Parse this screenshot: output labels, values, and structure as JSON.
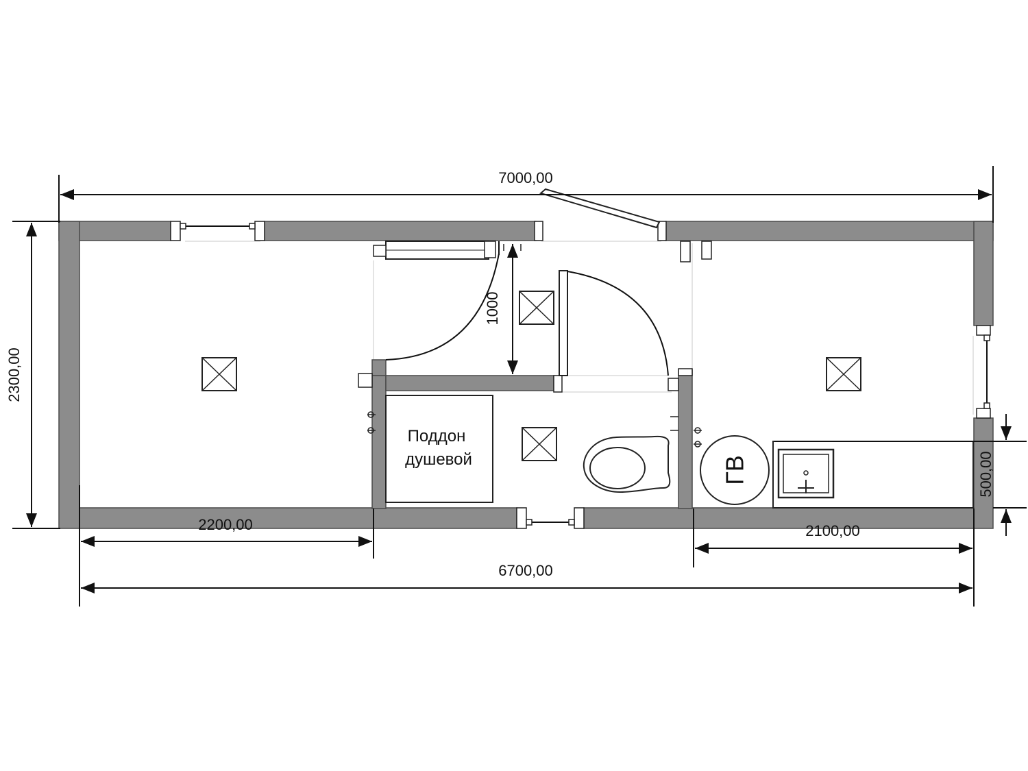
{
  "dimensions": {
    "overall_top": "7000,00",
    "height_left": "2300,00",
    "inner_door_height": "1000",
    "left_room_width": "2200,00",
    "right_room_width": "2100,00",
    "overall_bottom": "6700,00",
    "right_offset": "500,00"
  },
  "labels": {
    "shower_tray_line1": "Поддон",
    "shower_tray_line2": "душевой",
    "water_heater": "ГВ"
  },
  "colors": {
    "wall_fill": "#8c8c8c",
    "wall_edge": "#4a4a4a",
    "line": "#111111"
  }
}
